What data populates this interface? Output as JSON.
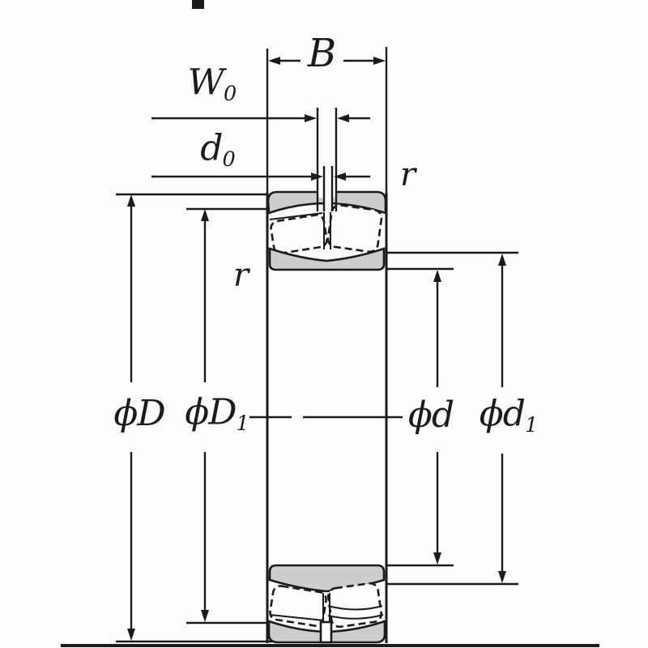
{
  "diagram": {
    "type": "spherical-roller-bearing-dimension-drawing",
    "labels": {
      "width_b": "B",
      "w0_base": "W",
      "w0_sub": "0",
      "d0_base": "d",
      "d0_sub": "0",
      "r_right": "r",
      "r_left": "r",
      "phi_D": "ϕD",
      "phi_D1_base": "ϕD",
      "phi_D1_sub": "1",
      "phi_d": "ϕd",
      "phi_d1_base": "ϕd",
      "phi_d1_sub": "1"
    },
    "colors": {
      "line": "#1b1b1b",
      "ring_fill": "#cdcdcd",
      "background": "#fdfdfd"
    }
  }
}
